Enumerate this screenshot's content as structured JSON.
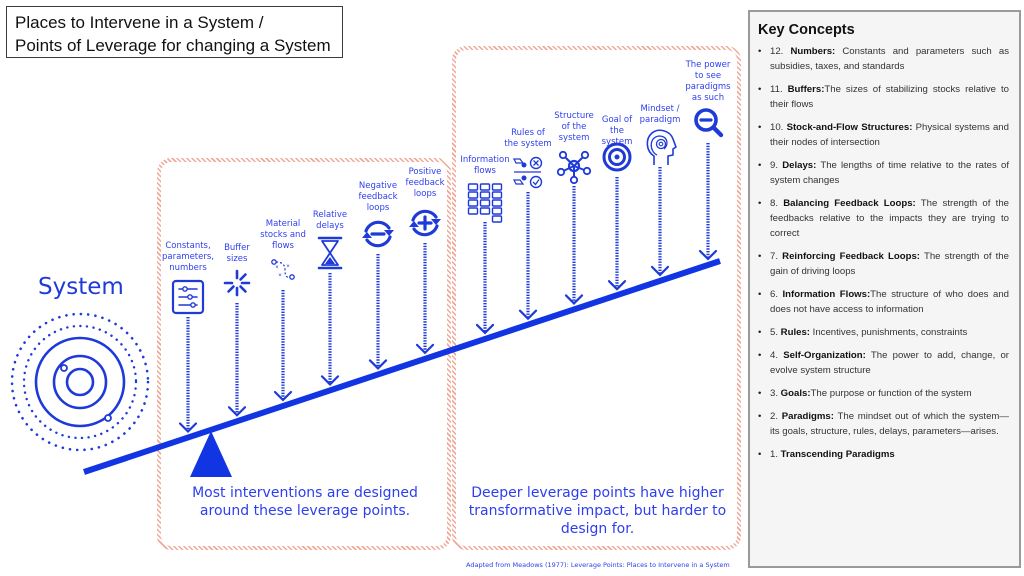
{
  "title": {
    "line1": "Places to Intervene in a System /",
    "line2": "Points of Leverage for changing a System"
  },
  "system_label": "System",
  "colors": {
    "accent": "#1e3ad8",
    "zone_border": "#f2a896",
    "panel_bg": "#f5f5f5"
  },
  "leverage_points": [
    {
      "label_lines": [
        "Constants,",
        "parameters,",
        "numbers"
      ],
      "icon": "sliders-icon"
    },
    {
      "label_lines": [
        "Buffer",
        "sizes"
      ],
      "icon": "burst-icon"
    },
    {
      "label_lines": [
        "Material",
        "stocks and",
        "flows"
      ],
      "icon": "flow-path-icon"
    },
    {
      "label_lines": [
        "Relative",
        "delays"
      ],
      "icon": "hourglass-icon"
    },
    {
      "label_lines": [
        "Negative",
        "feedback",
        "loops"
      ],
      "icon": "minus-cycle-icon"
    },
    {
      "label_lines": [
        "Positive",
        "feedback",
        "loops"
      ],
      "icon": "plus-cycle-icon"
    },
    {
      "label_lines": [
        "Information",
        "flows"
      ],
      "icon": "blocks-grid-icon"
    },
    {
      "label_lines": [
        "Rules of",
        "the system"
      ],
      "icon": "rules-icon"
    },
    {
      "label_lines": [
        "Structure",
        "of the",
        "system"
      ],
      "icon": "network-icon"
    },
    {
      "label_lines": [
        "Goal of",
        "the",
        "system"
      ],
      "icon": "target-icon"
    },
    {
      "label_lines": [
        "Mindset /",
        "paradigm"
      ],
      "icon": "head-mind-icon"
    },
    {
      "label_lines": [
        "The power",
        "to see",
        "paradigms",
        "as such"
      ],
      "icon": "magnifier-icon"
    }
  ],
  "captions": {
    "left": "Most interventions are designed around these leverage points.",
    "right": "Deeper leverage points have higher transformative impact, but harder to design for."
  },
  "source": "Adapted from Meadows (1977): Leverage Points: Places to Intervene in a System",
  "key_concepts": {
    "heading": "Key Concepts",
    "items": [
      {
        "number": "12.",
        "term": "Numbers:",
        "text": " Constants and parameters such as subsidies, taxes, and standards"
      },
      {
        "number": "11.",
        "term": "Buffers:",
        "text": "The sizes of stabilizing stocks relative to their flows"
      },
      {
        "number": "10.",
        "term": "Stock-and-Flow Structures:",
        "text": " Physical systems and their nodes of intersection"
      },
      {
        "number": "9.",
        "term": "Delays:",
        "text": " The lengths of time relative to the rates of system changes"
      },
      {
        "number": "8.",
        "term": "Balancing Feedback Loops:",
        "text": " The strength of the feedbacks relative to the impacts they are trying to correct"
      },
      {
        "number": "7.",
        "term": "Reinforcing Feedback Loops:",
        "text": " The strength of the gain of driving loops"
      },
      {
        "number": "6.",
        "term": "Information Flows:",
        "text": "The structure of who does and does not have access to information"
      },
      {
        "number": "5.",
        "term": "Rules:",
        "text": " Incentives, punishments, constraints"
      },
      {
        "number": "4.",
        "term": "Self-Organization:",
        "text": " The power to add, change, or evolve system structure"
      },
      {
        "number": "3.",
        "term": "Goals:",
        "text": "The purpose or function of the system"
      },
      {
        "number": "2.",
        "term": "Paradigms:",
        "text": " The mindset out of which the system—its goals, structure, rules, delays, parameters—arises."
      },
      {
        "number": "1.",
        "term": "Transcending Paradigms",
        "text": ""
      }
    ]
  }
}
